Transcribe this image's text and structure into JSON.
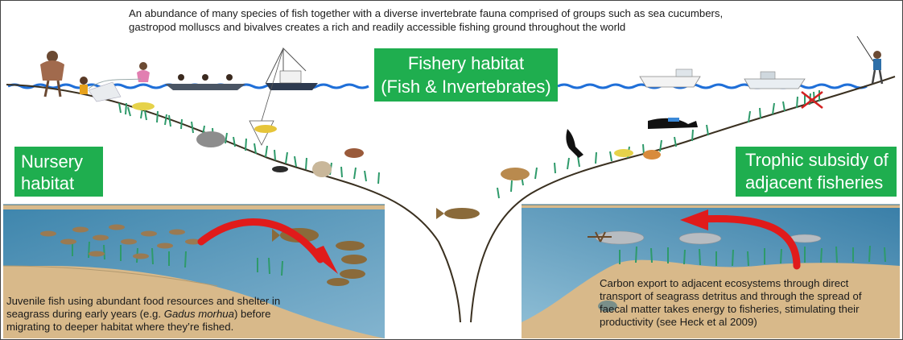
{
  "header": {
    "caption_lines": [
      "An abundance of many species of fish together with a diverse invertebrate fauna comprised of groups such as sea cucumbers,",
      "gastropod molluscs and bivalves creates a rich and readily accessible fishing ground throughout the world"
    ]
  },
  "boxes": {
    "fishery_lines": [
      "Fishery habitat",
      "(Fish & Invertebrates)"
    ],
    "nursery_lines": [
      "Nursery",
      "habitat"
    ],
    "trophic_lines": [
      "Trophic subsidy of",
      "adjacent fisheries"
    ]
  },
  "panels": {
    "nursery": {
      "line1": "Juvenile fish using abundant food resources and shelter in",
      "line2_before": "seagrass during early years (e.g. ",
      "line2_italic": "Gadus morhua",
      "line2_after": ") before",
      "line3": "migrating to deeper habitat where they’re fished."
    },
    "trophic": {
      "lines": [
        "Carbon export to adjacent ecosystems through direct",
        "transport of seagrass detritus and through the spread of",
        "faecal matter takes energy to  fisheries, stimulating their",
        "productivity (see Heck et al 2009)"
      ]
    }
  },
  "colors": {
    "box_green": "#1fae4f",
    "water_blue": "#1f6fd8",
    "sand": "#d8b98a",
    "deep_water": "#4f8fb3",
    "arrow_red": "#e01b1b",
    "seagrass": "#2e9a6a"
  }
}
